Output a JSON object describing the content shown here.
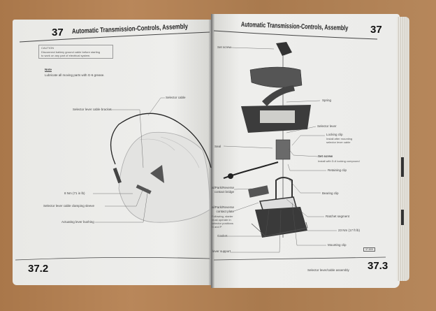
{
  "left_page": {
    "chapter": "37",
    "title": "Automatic Transmission-Controls, Assembly",
    "caution": {
      "heading": "CAUTION",
      "text1": "Disconnect battery ground cable before starting",
      "text2": "to work on any part of electrical system."
    },
    "note": {
      "heading": "Note",
      "text": "Lubricate all moving parts with G-6 grease."
    },
    "labels": {
      "selector_cable": "Selector cable",
      "bracket": "Selector lever cable bracket",
      "torque": "8 Nm (71 in lb)",
      "clamping_sleeve": "Selector lever cable clamping sleeve",
      "bushing": "Actuating lever bushing"
    },
    "page_number": "37.2"
  },
  "right_page": {
    "chapter": "37",
    "title": "Automatic Transmission-Controls, Assembly",
    "labels": {
      "set_screw_top": "Set screw",
      "spring": "Spring",
      "selector_lever": "Selector lever",
      "locking_clip": "Locking clip",
      "locking_clip_note1": "Install after mounting",
      "locking_clip_note2": "selector lever cable",
      "set_screw": "Set screw",
      "set_screw_note": "Install with D-6 locking compound",
      "seal": "Seal",
      "retaining_clip": "Retaining clip",
      "bearing_clip": "Bearing clip",
      "contact_bridge1": "Neutral/Park/Reverse",
      "contact_bridge2": "contact bridge",
      "contact_plate1": "Neutral/Park/Reverse",
      "contact_plate2": "contact plate",
      "contact_plate_note": "Following, starter must operate in selector positions N and P",
      "ratchet_segment": "Ratchet segment",
      "torque": "23 Nm (17 ft lb)",
      "gasket": "Gasket",
      "mounting_clip": "Mounting clip",
      "support": "Selector lever support"
    },
    "figure_number": "37-809",
    "footer_caption": "Selector lever/cable assembly",
    "page_number": "37.3"
  }
}
